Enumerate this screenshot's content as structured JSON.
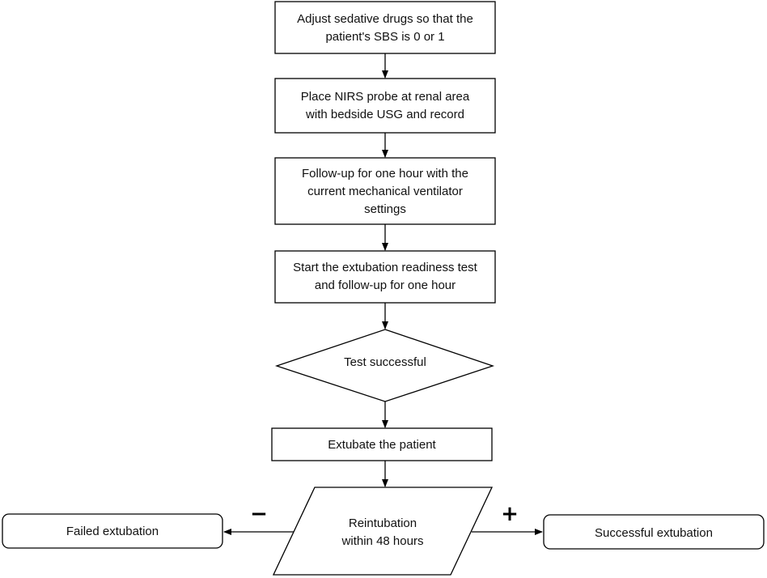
{
  "nodes": {
    "adjust_sedative": {
      "line1": "Adjust sedative drugs so that the",
      "line2": "patient's SBS is 0 or 1"
    },
    "place_nirs": {
      "line1": "Place NIRS probe at renal area",
      "line2": "with bedside USG and record"
    },
    "follow_up_ventilator": {
      "line1": "Follow-up for one hour with the",
      "line2": "current mechanical ventilator",
      "line3": "settings"
    },
    "extubation_readiness": {
      "line1": "Start the extubation readiness test",
      "line2": "and follow-up for one hour"
    },
    "test_successful": {
      "label": "Test successful"
    },
    "extubate": {
      "label": "Extubate the patient"
    },
    "reintubation": {
      "line1": "Reintubation",
      "line2": "within 48 hours"
    },
    "failed": {
      "label": "Failed extubation"
    },
    "successful": {
      "label": "Successful extubation"
    }
  },
  "edge_labels": {
    "negative": "−",
    "positive": "+"
  }
}
